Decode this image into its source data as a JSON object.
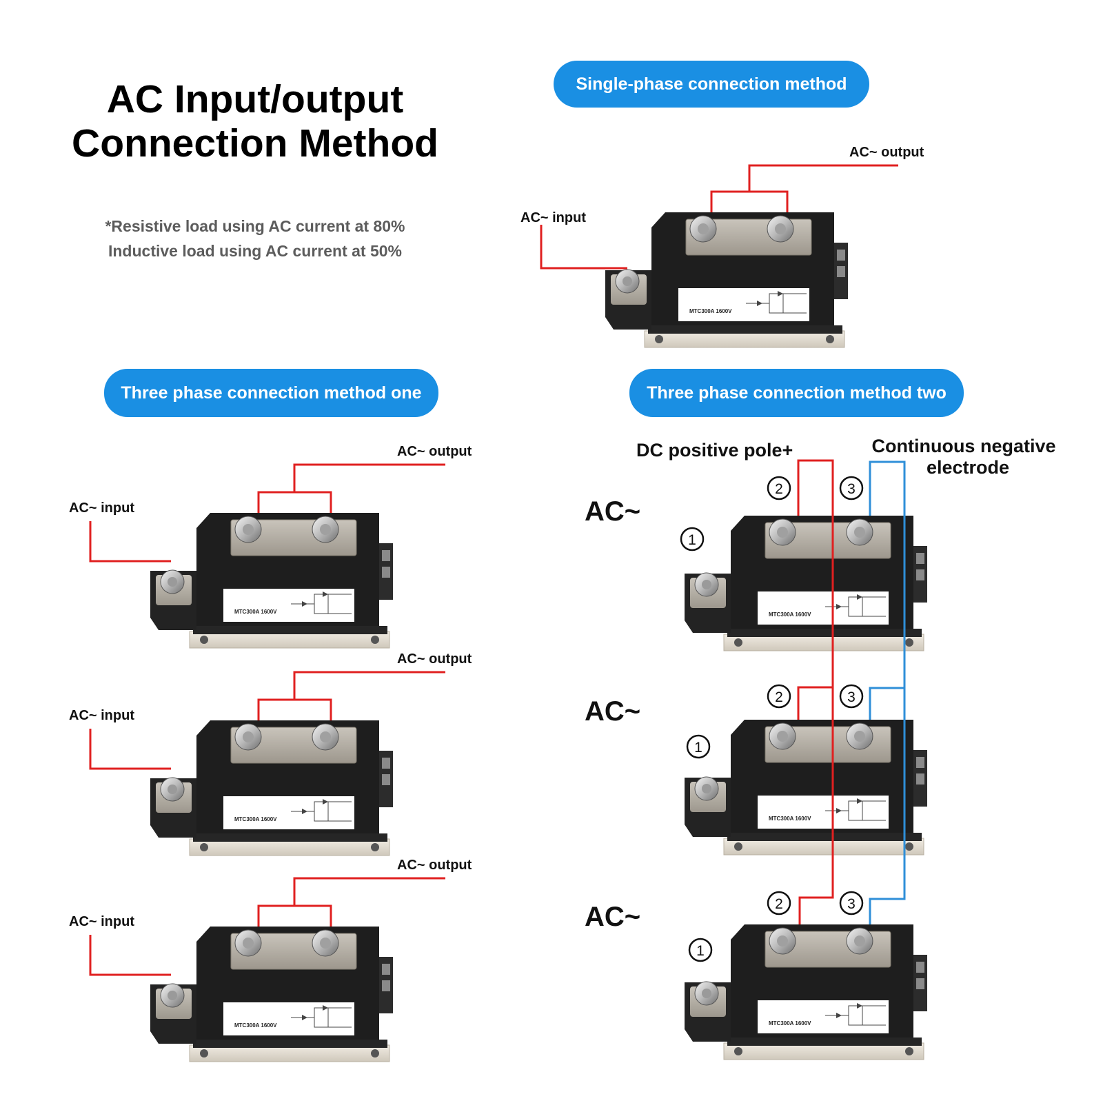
{
  "title": "AC Input/output\nConnection Method",
  "notes": [
    "*Resistive load using AC current at 80%",
    "Inductive load using AC current at 50%"
  ],
  "sections": {
    "single_phase": "Single-phase connection method",
    "three_phase_one": "Three phase connection method one",
    "three_phase_two": "Three phase connection method two"
  },
  "labels": {
    "ac_input": "AC~ input",
    "ac_output": "AC~ output",
    "ac": "AC~",
    "dc_positive": "DC positive pole+",
    "continuous_negative": "Continuous negative\nelectrode"
  },
  "terminal_numbers": [
    "1",
    "2",
    "3"
  ],
  "module_label": "MTC300A 1600V",
  "colors": {
    "accent_blue": "#1a8fe3",
    "wire_red": "#e02020",
    "wire_blue": "#2f8fd8",
    "module_body": "#1e1e1e",
    "base_plate": "#e7e0d4"
  }
}
